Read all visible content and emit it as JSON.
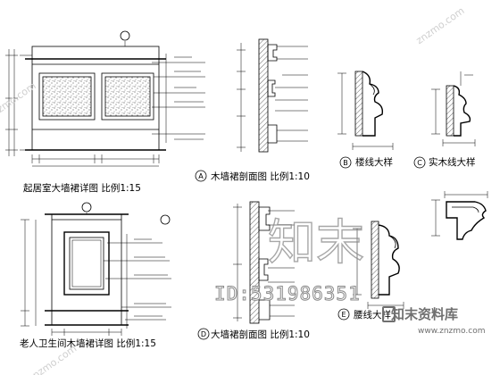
{
  "titles": {
    "living_room_wall_elevation": "起居室大墙裙详图 比例1:15",
    "wall_panel_section": "木墙裙剖面图 比例1:10",
    "skirting_detail": "楼线大样",
    "cornice_detail": "实木线大样",
    "bathroom_wall_elevation": "老人卫生间木墙裙详图 比例1:15",
    "dado_section": "大墙裙剖面图 比例1:10",
    "bottom_right_detail": "腰线大样"
  },
  "markers": {
    "a": "A",
    "b": "B",
    "c": "C",
    "d": "D",
    "e": "E"
  },
  "watermark": {
    "brand_big": "知末",
    "id": "ID:531986351",
    "brand": "知末资料库",
    "url": "www.znzmo.com",
    "diagonal": "znzmo.com"
  },
  "colors": {
    "line": "#000000",
    "watermark": "#8a8a8a"
  }
}
